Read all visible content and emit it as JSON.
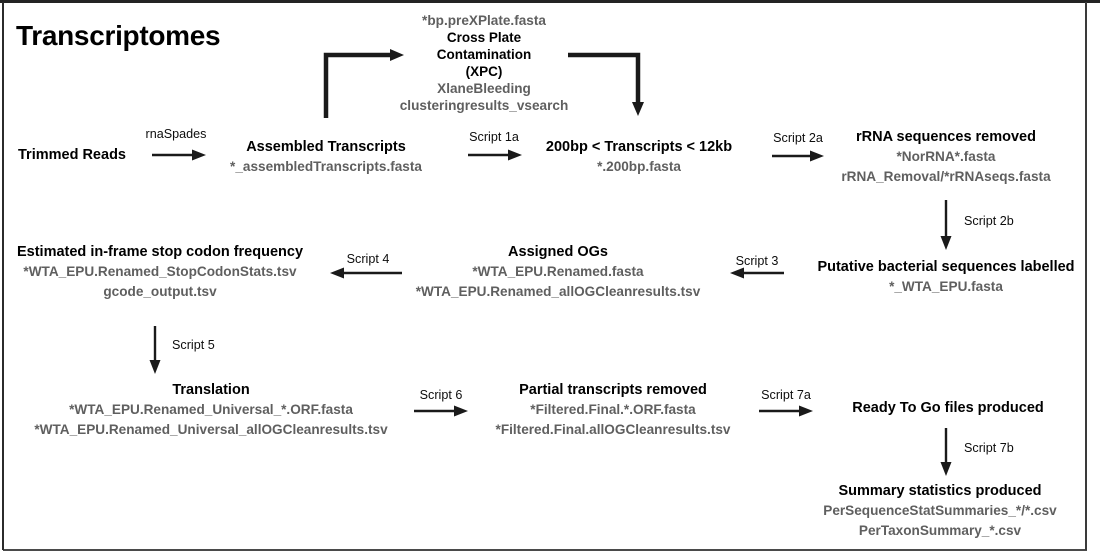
{
  "diagram": {
    "title": "Transcriptomes",
    "colors": {
      "text": "#000000",
      "filename": "#5f5f5f",
      "arrow": "#1a1a1a",
      "background": "#ffffff",
      "border": "#232323"
    }
  },
  "nodes": {
    "trimmed_reads": {
      "header": "Trimmed Reads",
      "files": []
    },
    "assembled_transcripts": {
      "header": "Assembled Transcripts",
      "files": [
        "*_assembledTranscripts.fasta"
      ]
    },
    "xpc": {
      "file_top": "*bp.preXPlate.fasta",
      "header_line1": "Cross Plate",
      "header_line2": "Contamination",
      "header_line3": "(XPC)",
      "files": [
        "XlaneBleeding",
        "clusteringresults_vsearch"
      ]
    },
    "size_filter": {
      "header": "200bp < Transcripts < 12kb",
      "files": [
        "*.200bp.fasta"
      ]
    },
    "rrna_removed": {
      "header": "rRNA sequences removed",
      "files": [
        "*NorRNA*.fasta",
        "rRNA_Removal/*rRNAseqs.fasta"
      ]
    },
    "bacterial_labelled": {
      "header": "Putative bacterial sequences labelled",
      "files": [
        "*_WTA_EPU.fasta"
      ]
    },
    "assigned_ogs": {
      "header": "Assigned OGs",
      "files": [
        "*WTA_EPU.Renamed.fasta",
        "*WTA_EPU.Renamed_allOGCleanresults.tsv"
      ]
    },
    "stop_codon": {
      "header": "Estimated in-frame stop codon frequency",
      "files": [
        "*WTA_EPU.Renamed_StopCodonStats.tsv",
        "gcode_output.tsv"
      ]
    },
    "translation": {
      "header": "Translation",
      "files": [
        "*WTA_EPU.Renamed_Universal_*.ORF.fasta",
        "*WTA_EPU.Renamed_Universal_allOGCleanresults.tsv"
      ]
    },
    "partial_removed": {
      "header": "Partial transcripts removed",
      "files": [
        "*Filtered.Final.*.ORF.fasta",
        "*Filtered.Final.allOGCleanresults.tsv"
      ]
    },
    "ready_to_go": {
      "header": "Ready To Go files produced",
      "files": []
    },
    "summary_stats": {
      "header": "Summary statistics produced",
      "files": [
        "PerSequenceStatSummaries_*/*.csv",
        "PerTaxonSummary_*.csv"
      ]
    }
  },
  "edges": {
    "rnaspades": "rnaSpades",
    "script_1a": "Script 1a",
    "script_2a": "Script 2a",
    "script_2b": "Script 2b",
    "script_3": "Script 3",
    "script_4": "Script 4",
    "script_5": "Script 5",
    "script_6": "Script 6",
    "script_7a": "Script 7a",
    "script_7b": "Script 7b"
  }
}
